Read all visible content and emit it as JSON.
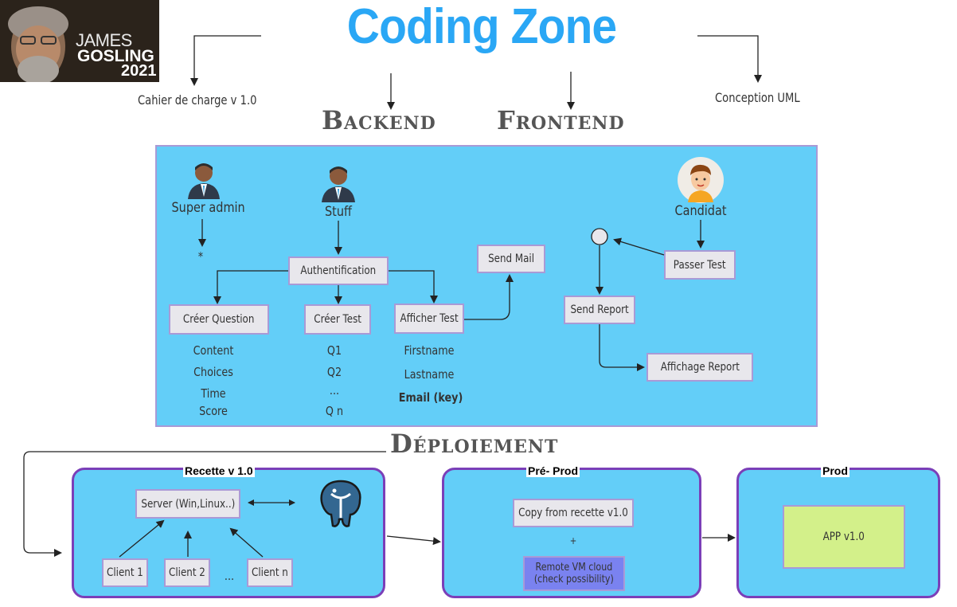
{
  "logo": {
    "line1": "JAMES",
    "line2": "GOSLING",
    "line3": "2021"
  },
  "title": "Coding Zone",
  "top_labels": {
    "cahier": "Cahier de charge v 1.0",
    "uml": "Conception UML"
  },
  "sections": {
    "backend": "Backend",
    "frontend": "Frontend",
    "deploiement": "Déploiement"
  },
  "actors": {
    "super_admin": "Super admin",
    "stuff": "Stuff",
    "candidat": "Candidat",
    "star": "*"
  },
  "boxes": {
    "authentification": "Authentification",
    "creer_question": "Créer Question",
    "creer_test": "Créer Test",
    "afficher_test": "Afficher Test",
    "send_mail": "Send Mail",
    "passer_test": "Passer Test",
    "send_report": "Send Report",
    "affichage_report": "Affichage Report"
  },
  "question_fields": [
    "Content",
    "Choices",
    "Time",
    "Score"
  ],
  "test_items": [
    "Q1",
    "Q2",
    "...",
    "Q n"
  ],
  "afficher_fields": [
    "Firstname",
    "Lastname",
    "Email (key)"
  ],
  "deploy": {
    "recette": {
      "title": "Recette v 1.0",
      "server": "Server (Win,Linux..)",
      "clients": [
        "Client 1",
        "Client 2",
        "Client n"
      ],
      "ellipsis": "..."
    },
    "preprod": {
      "title": "Pré- Prod",
      "copy": "Copy from recette v1.0",
      "plus": "+",
      "remote_line1": "Remote VM cloud",
      "remote_line2": "(check possibility)"
    },
    "prod": {
      "title": "Prod",
      "app": "APP v1.0"
    }
  },
  "colors": {
    "title": "#2aa7f5",
    "panel": "#63cef8",
    "border": "#7b3fb8",
    "box": "#e8e7ec",
    "app": "#d3f08a",
    "remote": "#7a82f0"
  }
}
